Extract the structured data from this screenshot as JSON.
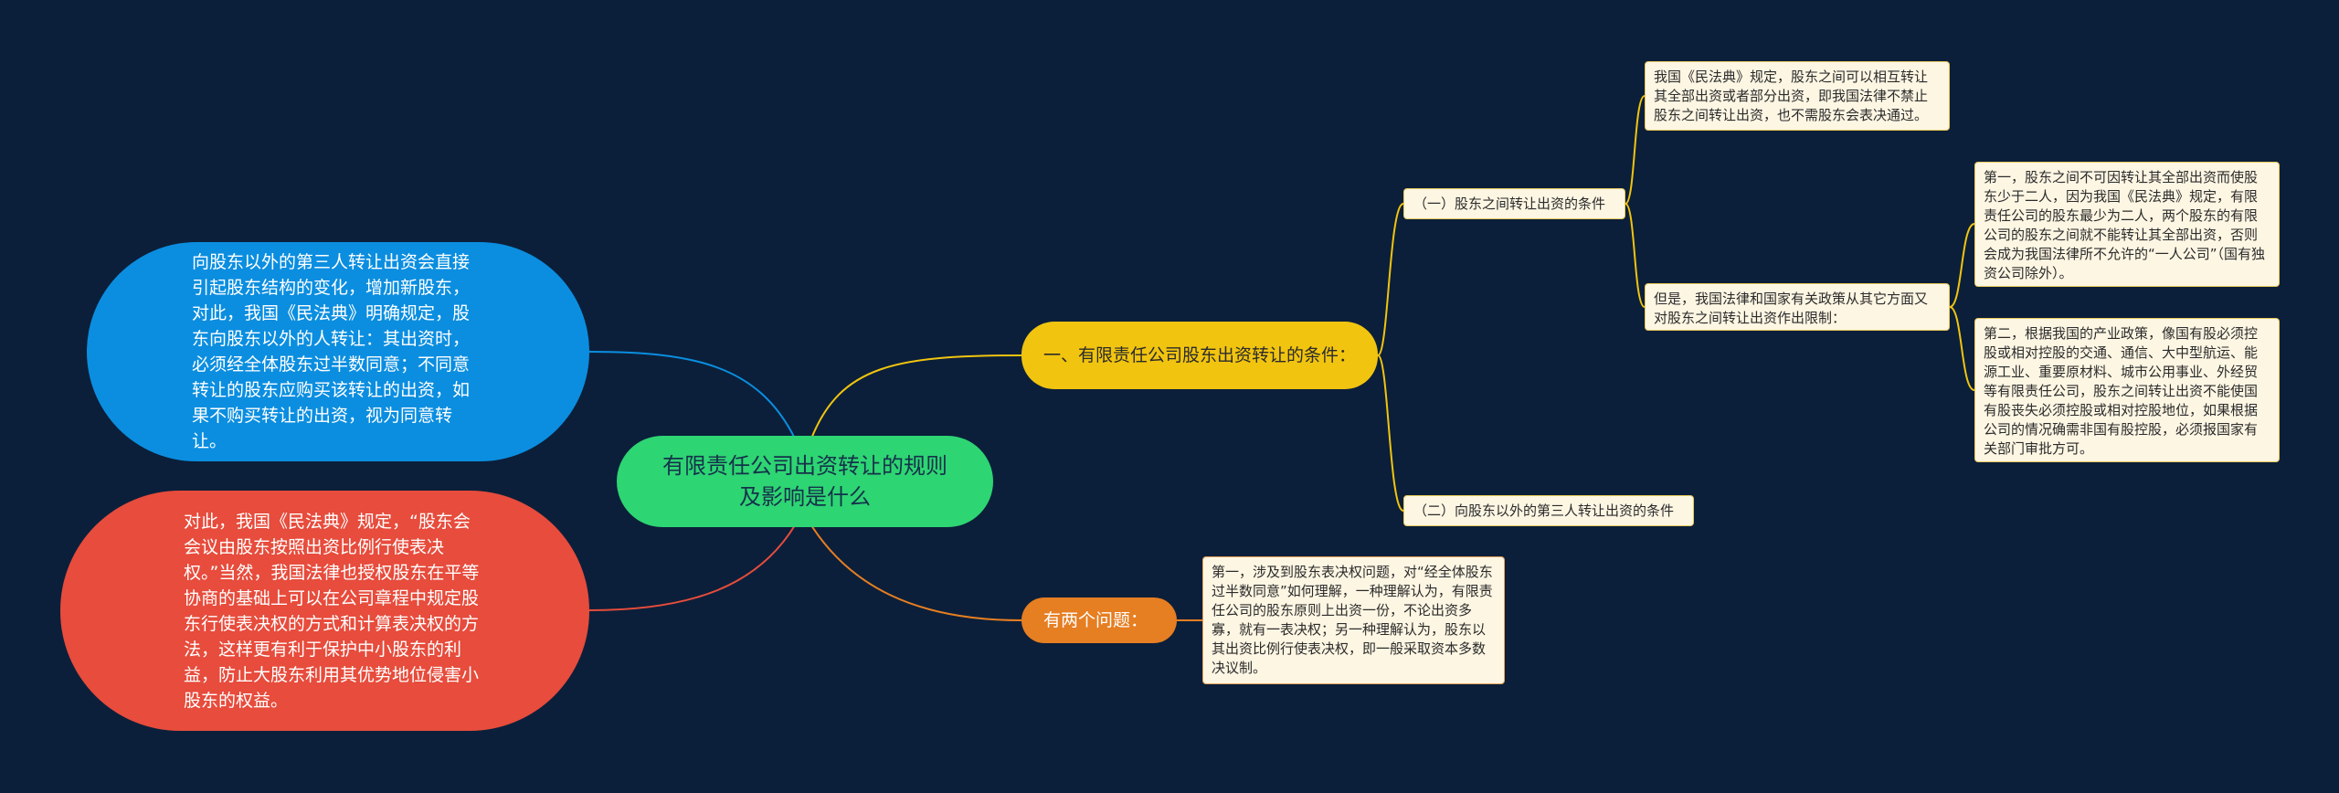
{
  "mindmap": {
    "root": "有限责任公司出资转让的规则及影响是什么",
    "branch1": {
      "label": "一、有限责任公司股东出资转让的条件：",
      "sub1": {
        "label": "（一）股东之间转让出资的条件",
        "note1": "我国《民法典》规定，股东之间可以相互转让其全部出资或者部分出资，即我国法律不禁止股东之间转让出资，也不需股东会表决通过。",
        "note2": "但是，我国法律和国家有关政策从其它方面又对股东之间转让出资作出限制：",
        "detail1": "第一，股东之间不可因转让其全部出资而使股东少于二人，因为我国《民法典》规定，有限责任公司的股东最少为二人，两个股东的有限公司的股东之间就不能转让其全部出资，否则会成为我国法律所不允许的“一人公司”（国有独资公司除外）。",
        "detail2": "第二，根据我国的产业政策，像国有股必须控股或相对控股的交通、通信、大中型航运、能源工业、重要原材料、城市公用事业、外经贸等有限责任公司，股东之间转让出资不能使国有股丧失必须控股或相对控股地位，如果根据公司的情况确需非国有股控股，必须报国家有关部门审批方可。"
      },
      "sub2": {
        "label": "（二）向股东以外的第三人转让出资的条件"
      }
    },
    "branch2": {
      "label": "有两个问题：",
      "note": "第一，涉及到股东表决权问题，对“经全体股东过半数同意”如何理解，一种理解认为，有限责任公司的股东原则上出资一份，不论出资多寡，就有一表决权；另一种理解认为，股东以其出资比例行使表决权，即一般采取资本多数决议制。"
    },
    "left_blue": "向股东以外的第三人转让出资会直接引起股东结构的变化，增加新股东，对此，我国《民法典》明确规定，股东向股东以外的人转让：其出资时，必须经全体股东过半数同意；不同意转让的股东应购买该转让的出资，如果不购买转让的出资，视为同意转让。",
    "left_red": "对此，我国《民法典》规定，“股东会会议由股东按照出资比例行使表决权。”当然，我国法律也授权股东在平等协商的基础上可以在公司章程中规定股东行使表决权的方式和计算表决权的方法，这样更有利于保护中小股东的利益，防止大股东利用其优势地位侵害小股东的权益。"
  },
  "colors": {
    "background": "#0b1f3a",
    "root": "#2ed573",
    "branch1": "#f1c40f",
    "branch2": "#e67e22",
    "left_blue": "#0b8ee0",
    "left_red": "#e74c3c",
    "note_fill": "#fdf6e3"
  }
}
